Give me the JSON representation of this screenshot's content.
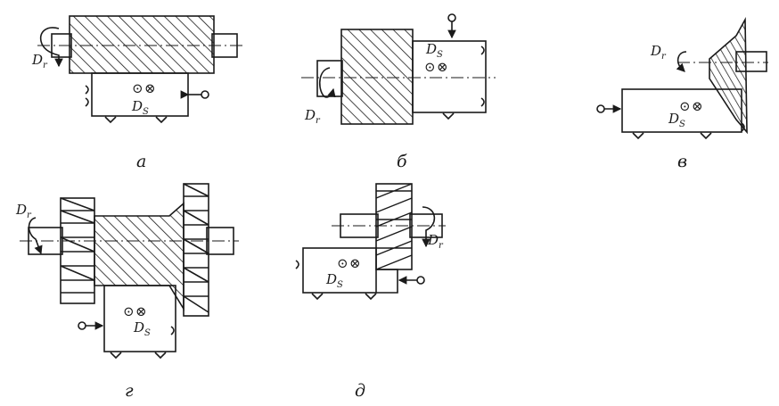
{
  "figure": {
    "captions": {
      "a": "а",
      "b": "б",
      "v": "в",
      "g": "г",
      "d": "д"
    },
    "labels": {
      "rot_letter": "D",
      "rot_sub": "r",
      "feed_letter": "D",
      "feed_sub": "S",
      "dot_symbol": "⊙",
      "cross_symbol": "⊗"
    },
    "icons": [
      "rotation-arrow-icon",
      "feed-dot-icon",
      "feed-cross-icon",
      "clamp-pin-icon",
      "support-mark-icon"
    ]
  }
}
